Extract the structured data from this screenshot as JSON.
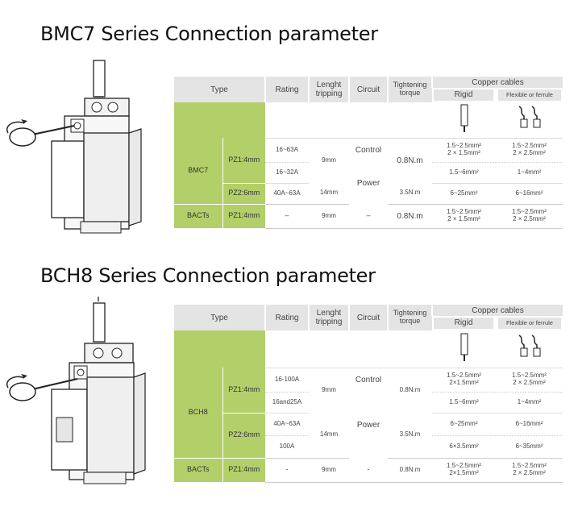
{
  "sections": [
    {
      "title": "BMC7 Series Connection parameter",
      "headers": {
        "type": "Type",
        "rating": "Rating",
        "tripping_1": "Lenght",
        "tripping_2": "tripping",
        "circuit": "Circuit",
        "torque_1": "Tightening",
        "torque_2": "torque",
        "copper": "Copper cables",
        "rigid": "Rigid",
        "flex": "Flexible or ferrule"
      },
      "model": "BMC7",
      "pz1": "PZ1:4mm",
      "pz2": "PZ2:6mm",
      "rating_1": "16~63A",
      "rating_2": "16~32A",
      "rating_3": "40A~63A",
      "length_1": "9mm",
      "length_2": "14mm",
      "circuit_control": "Control",
      "circuit_power": "Power",
      "torque_1": "0.8N.m",
      "torque_2": "3.5N.m",
      "rigid_1a": "1.5~2.5mm²",
      "rigid_1b": "2 × 1.5mm²",
      "flex_1a": "1.5~2.5mm²",
      "flex_1b": "2 × 2.5mm²",
      "rigid_2": "1.5~6mm²",
      "flex_2": "1~4mm²",
      "rigid_3": "6~25mm²",
      "flex_3": "6~16mm²",
      "bacts": "BACTs",
      "bacts_pz": "PZ1:4mm",
      "bacts_rating": "–",
      "bacts_length": "9mm",
      "bacts_circuit": "–",
      "bacts_torque": "0.8N.m",
      "bacts_rigid_a": "1.5~2.5mm²",
      "bacts_rigid_b": "2 × 1.5mm²",
      "bacts_flex_a": "1.5~2.5mm²",
      "bacts_flex_b": "2 × 2.5mm²"
    },
    {
      "title": "BCH8 Series Connection parameter",
      "headers": {
        "type": "Type",
        "rating": "Rating",
        "tripping_1": "Lenght",
        "tripping_2": "tripping",
        "circuit": "Circuit",
        "torque_1": "Tightening",
        "torque_2": "torque",
        "copper": "Copper cables",
        "rigid": "Rigid",
        "flex": "Flexible or ferrule"
      },
      "model": "BCH8",
      "pz1": "PZ1:4mm",
      "pz2": "PZ2:6mm",
      "rating_1": "16-100A",
      "rating_2": "16and25A",
      "rating_3": "40A~63A",
      "rating_4": "100A",
      "length_1": "9mm",
      "length_2": "14mm",
      "circuit_control": "Control",
      "circuit_power": "Power",
      "torque_1": "0.8N.m",
      "torque_2": "3.5N.m",
      "rigid_1a": "1.5~2.5mm²",
      "rigid_1b": "2×1.5mm²",
      "flex_1a": "1.5~2.5mm²",
      "flex_1b": "2 × 2.5mm²",
      "rigid_2": "1.5~6mm²",
      "flex_2": "1~4mm²",
      "rigid_3": "6~25mm²",
      "flex_3": "6~16mm²",
      "rigid_4": "6×3.5mm²",
      "flex_4": "6~35mm²",
      "bacts": "BACTs",
      "bacts_pz": "PZ1:4mm",
      "bacts_rating": "-",
      "bacts_length": "9mm",
      "bacts_circuit": "-",
      "bacts_torque": "0.8N.m",
      "bacts_rigid_a": "1.5~2.5mm²",
      "bacts_rigid_b": "2×1.5mm²",
      "bacts_flex_a": "1.5~2.5mm²",
      "bacts_flex_b": "2 × 2.5mm²"
    }
  ],
  "colors": {
    "green": "#b3cf6a",
    "header_gray": "#e4e4e4"
  }
}
